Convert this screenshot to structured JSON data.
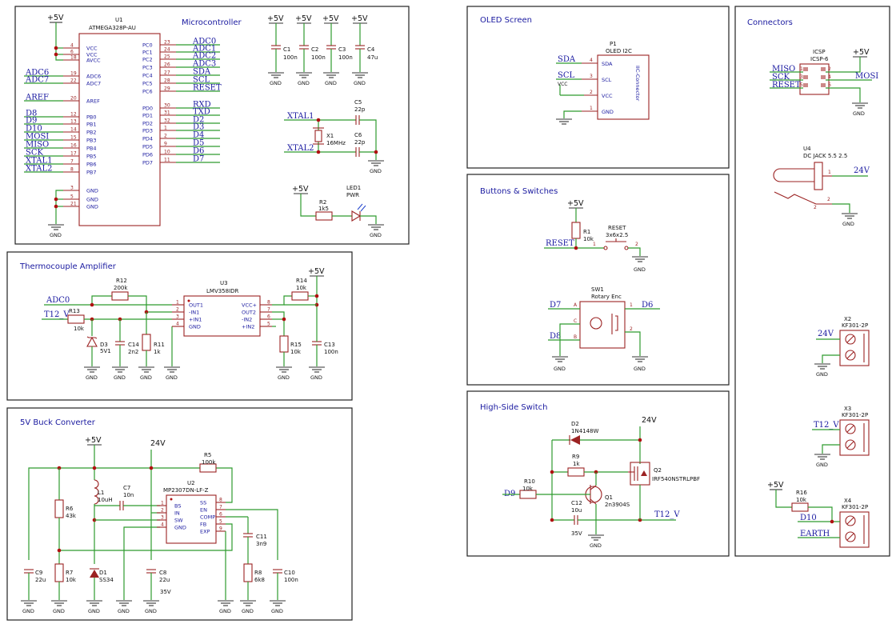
{
  "sections": {
    "microcontroller": "Microcontroller",
    "oled": "OLED Screen",
    "connectors": "Connectors",
    "thermocouple": "Thermocouple Amplifier",
    "buttons": "Buttons & Switches",
    "buck": "5V Buck Converter",
    "highside": "High-Side Switch"
  },
  "power": {
    "p5v": "+5V",
    "p24v": "24V",
    "gnd": "GND"
  },
  "mcu": {
    "ref": "U1",
    "part": "ATMEGA328P-AU",
    "left_pins": [
      {
        "num": "4",
        "name": "VCC"
      },
      {
        "num": "6",
        "name": "VCC"
      },
      {
        "num": "18",
        "name": "AVCC"
      },
      {
        "num": "19",
        "name": "ADC6",
        "net": "ADC6"
      },
      {
        "num": "22",
        "name": "ADC7",
        "net": "ADC7"
      },
      {
        "num": "20",
        "name": "AREF",
        "net": "AREF"
      },
      {
        "num": "12",
        "name": "PB0",
        "net": "D8"
      },
      {
        "num": "13",
        "name": "PB1",
        "net": "D9"
      },
      {
        "num": "14",
        "name": "PB2",
        "net": "D10"
      },
      {
        "num": "15",
        "name": "PB3",
        "net": "MOSI"
      },
      {
        "num": "16",
        "name": "PB4",
        "net": "MISO"
      },
      {
        "num": "17",
        "name": "PB5",
        "net": "SCK"
      },
      {
        "num": "7",
        "name": "PB6",
        "net": "XTAL1"
      },
      {
        "num": "8",
        "name": "PB7",
        "net": "XTAL2"
      },
      {
        "num": "3",
        "name": "GND"
      },
      {
        "num": "5",
        "name": "GND"
      },
      {
        "num": "21",
        "name": "GND"
      }
    ],
    "right_pins": [
      {
        "num": "23",
        "name": "PC0",
        "net": "ADC0"
      },
      {
        "num": "24",
        "name": "PC1",
        "net": "ADC1"
      },
      {
        "num": "25",
        "name": "PC2",
        "net": "ADC2"
      },
      {
        "num": "26",
        "name": "PC3",
        "net": "ADC3"
      },
      {
        "num": "27",
        "name": "PC4",
        "net": "SDA"
      },
      {
        "num": "28",
        "name": "PC5",
        "net": "SCL"
      },
      {
        "num": "29",
        "name": "PC6",
        "net": "RESET"
      },
      {
        "num": "30",
        "name": "PD0",
        "net": "RXD"
      },
      {
        "num": "31",
        "name": "PD1",
        "net": "TXD"
      },
      {
        "num": "32",
        "name": "PD2",
        "net": "D2"
      },
      {
        "num": "1",
        "name": "PD3",
        "net": "D3"
      },
      {
        "num": "2",
        "name": "PD4",
        "net": "D4"
      },
      {
        "num": "9",
        "name": "PD5",
        "net": "D5"
      },
      {
        "num": "10",
        "name": "PD6",
        "net": "D6"
      },
      {
        "num": "11",
        "name": "PD7",
        "net": "D7"
      }
    ]
  },
  "decoupling": [
    {
      "ref": "C1",
      "val": "100n"
    },
    {
      "ref": "C2",
      "val": "100n"
    },
    {
      "ref": "C3",
      "val": "100n"
    },
    {
      "ref": "C4",
      "val": "47u"
    }
  ],
  "crystal": {
    "xtal1": "XTAL1",
    "xtal2": "XTAL2",
    "c5": {
      "ref": "C5",
      "val": "22p"
    },
    "c6": {
      "ref": "C6",
      "val": "22p"
    },
    "x1": {
      "ref": "X1",
      "val": "16MHz"
    }
  },
  "led": {
    "r2": {
      "ref": "R2",
      "val": "1k5"
    },
    "led1": {
      "ref": "LED1",
      "val": "PWR"
    }
  },
  "oled": {
    "ref": "P1",
    "part": "OLED I2C",
    "side": "IIC-Connector",
    "pins": [
      {
        "num": "4",
        "name": "SDA",
        "net": "SDA"
      },
      {
        "num": "3",
        "name": "SCL",
        "net": "SCL"
      },
      {
        "num": "2",
        "name": "VCC",
        "net": "VCC"
      },
      {
        "num": "1",
        "name": "GND"
      }
    ]
  },
  "icsp": {
    "ref": "ICSP",
    "part": "ICSP-6",
    "left": [
      "MISO",
      "SCK",
      "RESET"
    ],
    "right": [
      "+5V",
      "MOSI",
      "GND"
    ],
    "pins": [
      "1",
      "2",
      "3",
      "4",
      "5",
      "6"
    ]
  },
  "jack": {
    "ref": "U4",
    "part": "DC JACK 5.5 2.5",
    "net": "24V",
    "p1": "1",
    "p2": "2"
  },
  "terminals": [
    {
      "ref": "X2",
      "part": "KF301-2P",
      "net": "24V"
    },
    {
      "ref": "X3",
      "part": "KF301-2P",
      "net": "T12_V"
    },
    {
      "ref": "X4",
      "part": "KF301-2P",
      "net1": "D10",
      "net2": "EARTH",
      "r16": {
        "ref": "R16",
        "val": "10k"
      }
    }
  ],
  "thermo": {
    "adc0": "ADC0",
    "t12v": "T12_V",
    "r12": {
      "ref": "R12",
      "val": "200k"
    },
    "r13": {
      "ref": "R13",
      "val": "10k"
    },
    "r11": {
      "ref": "R11",
      "val": "1k"
    },
    "r14": {
      "ref": "R14",
      "val": "10k"
    },
    "r15": {
      "ref": "R15",
      "val": "10k"
    },
    "c13": {
      "ref": "C13",
      "val": "100n"
    },
    "c14": {
      "ref": "C14",
      "val": "2n2"
    },
    "d3": {
      "ref": "D3",
      "val": "5V1"
    },
    "u3": {
      "ref": "U3",
      "part": "LMV358IDR"
    },
    "u3_left": [
      {
        "num": "1",
        "name": "OUT1"
      },
      {
        "num": "2",
        "name": "-IN1"
      },
      {
        "num": "3",
        "name": "+IN1"
      },
      {
        "num": "4",
        "name": "GND"
      }
    ],
    "u3_right": [
      {
        "num": "8",
        "name": "VCC+"
      },
      {
        "num": "7",
        "name": "OUT2"
      },
      {
        "num": "6",
        "name": "-IN2"
      },
      {
        "num": "5",
        "name": "+IN2"
      }
    ]
  },
  "buttons": {
    "reset_net": "RESET",
    "r1": {
      "ref": "R1",
      "val": "10k"
    },
    "sw_reset": {
      "ref": "RESET",
      "val": "3x6x2.5"
    },
    "sw1": {
      "ref": "SW1",
      "val": "Rotary Enc"
    },
    "d7": "D7",
    "d8": "D8",
    "d6": "D6",
    "pins": {
      "a": "A",
      "b": "B",
      "c": "C",
      "one": "1",
      "two": "2"
    }
  },
  "buck": {
    "u2": {
      "ref": "U2",
      "part": "MP2307DN-LF-Z"
    },
    "u2_left": [
      {
        "num": "1",
        "name": "BS"
      },
      {
        "num": "2",
        "name": "IN"
      },
      {
        "num": "3",
        "name": "SW"
      },
      {
        "num": "4",
        "name": "GND"
      }
    ],
    "u2_right": [
      {
        "num": "8",
        "name": "SS"
      },
      {
        "num": "7",
        "name": "EN"
      },
      {
        "num": "6",
        "name": "COMP"
      },
      {
        "num": "5",
        "name": "FB"
      },
      {
        "num": "9",
        "name": "EXP"
      }
    ],
    "r5": {
      "ref": "R5",
      "val": "100k"
    },
    "r6": {
      "ref": "R6",
      "val": "43k"
    },
    "r7": {
      "ref": "R7",
      "val": "10k"
    },
    "r8": {
      "ref": "R8",
      "val": "6k8"
    },
    "l1": {
      "ref": "L1",
      "val": "10uH"
    },
    "c7": {
      "ref": "C7",
      "val": "10n"
    },
    "c8": {
      "ref": "C8",
      "val": "22u",
      "rating": "35V"
    },
    "c9": {
      "ref": "C9",
      "val": "22u"
    },
    "c10": {
      "ref": "C10",
      "val": "100n"
    },
    "c11": {
      "ref": "C11",
      "val": "3n9"
    },
    "d1": {
      "ref": "D1",
      "val": "SS34"
    }
  },
  "highside": {
    "d2": {
      "ref": "D2",
      "val": "1N4148W"
    },
    "r9": {
      "ref": "R9",
      "val": "1k"
    },
    "r10": {
      "ref": "R10",
      "val": "10k"
    },
    "q1": {
      "ref": "Q1",
      "val": "2n3904S"
    },
    "q2": {
      "ref": "Q2",
      "val": "IRF540NSTRLPBF"
    },
    "c12": {
      "ref": "C12",
      "val": "10u",
      "rating": "35V"
    },
    "d9": "D9",
    "t12v": "T12_V"
  }
}
